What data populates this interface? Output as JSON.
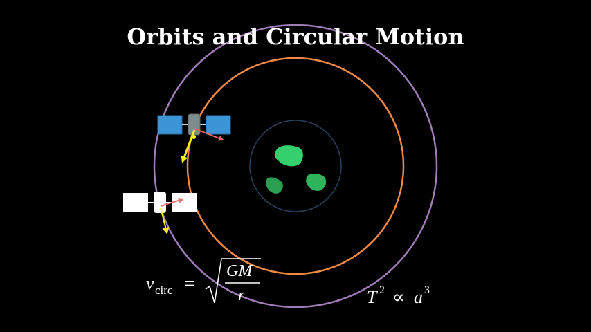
{
  "title": "Orbits and Circular Motion",
  "formulas": {
    "velocity": {
      "lhs_symbol": "v",
      "lhs_subscript": "circ",
      "equals": "=",
      "numerator": "GM",
      "denominator": "r"
    },
    "kepler": {
      "lhs_base": "T",
      "lhs_exponent": "2",
      "relation": "∝",
      "rhs_base": "a",
      "rhs_exponent": "3"
    }
  },
  "colors": {
    "background": "#000000",
    "title": "#ffffff",
    "outer_orbit": "#a07cb8",
    "inner_orbit": "#f08a46",
    "planet_outline": "#27425e",
    "continent": "#34d06e",
    "continent_dark": "#2b9e52",
    "satellite_panel": "#3d95d8",
    "satellite_body": "#7f8c8d",
    "velocity_arrow": "#e66a6a",
    "gravity_arrow": "#ffee22",
    "ghost_satellite": "#ffffff"
  },
  "icons": [
    "satellite-icon",
    "planet-icon"
  ]
}
